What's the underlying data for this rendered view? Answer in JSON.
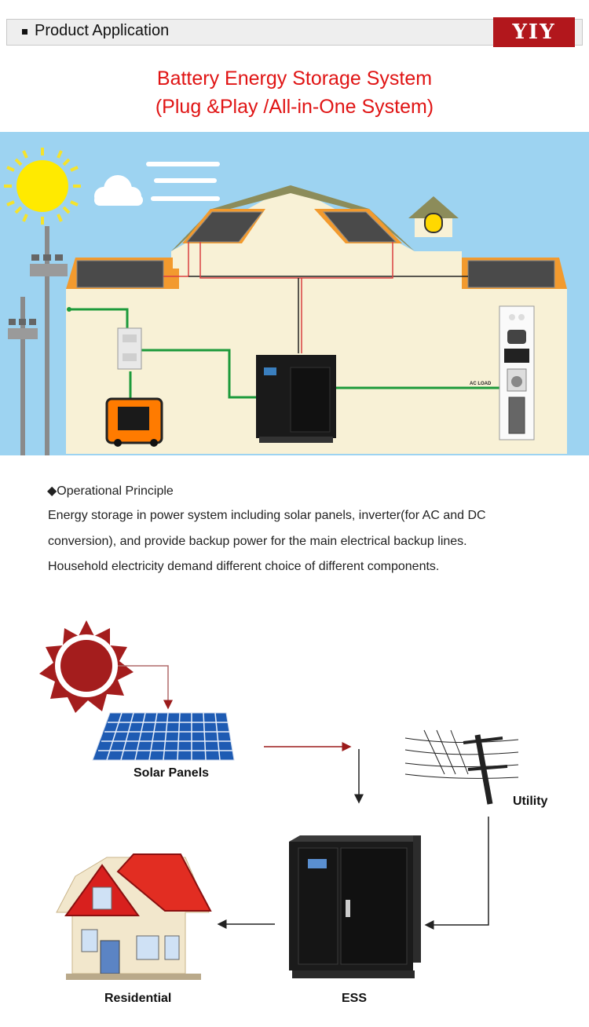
{
  "header": {
    "title": "Product Application",
    "logo_text": "YIY",
    "accent_color": "#b2171c"
  },
  "title": {
    "line1": "Battery Energy Storage System",
    "line2": "(Plug &Play /All-in-One System)"
  },
  "scene": {
    "ac_load_label": "AC LOAD"
  },
  "principle": {
    "heading": "◆Operational Principle",
    "lines": [
      "Energy storage in power system including solar panels, inverter(for AC and DC",
      "conversion), and provide backup power for the main electrical backup lines.",
      "Household electricity demand different choice of different components."
    ]
  },
  "diagram": {
    "labels": {
      "solar": "Solar Panels",
      "utility": "Utility",
      "residential": "Residential",
      "ess": "ESS"
    }
  }
}
